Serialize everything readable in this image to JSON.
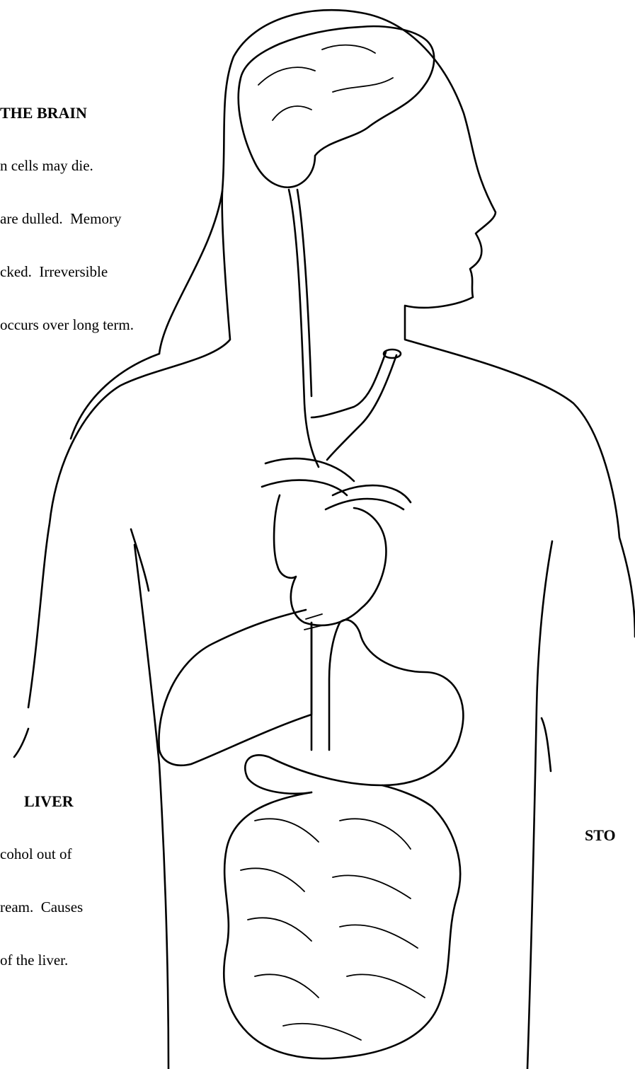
{
  "labels": {
    "brain": {
      "title": "THE BRAIN",
      "lines": [
        "n cells may die.",
        "are dulled.  Memory",
        "cked.  Irreversible",
        "occurs over long term."
      ]
    },
    "liver": {
      "title": "LIVER",
      "lines": [
        "cohol out of",
        "ream.  Causes",
        "of the liver."
      ]
    },
    "stomach": {
      "title": "STO",
      "lines": []
    }
  }
}
